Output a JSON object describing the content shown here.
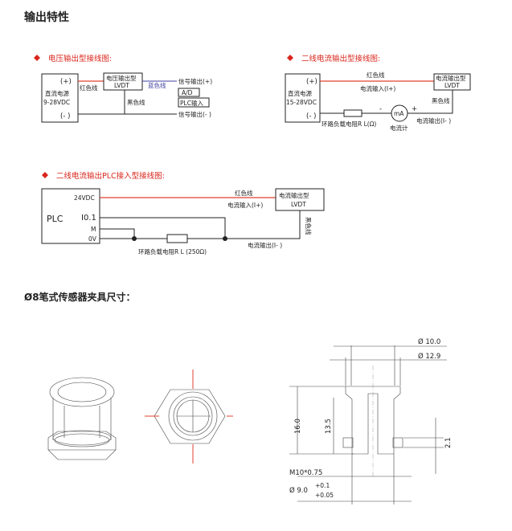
{
  "title": "输出特性",
  "voltage": {
    "heading": "电压输出型接线图:",
    "supply_plus": "(+)",
    "supply_name": "直流电源",
    "supply_range": "9-28VDC",
    "supply_minus": "(- )",
    "red_wire": "红色线",
    "lvdt_line1": "电压输出型",
    "lvdt_line2": "LVDT",
    "blue_wire": "蓝色线",
    "black_wire": "黑色线",
    "signal_plus": "信号输出(+)",
    "ad": "A/D",
    "plc_input": "PLC输入",
    "signal_minus": "信号输出(- )"
  },
  "current": {
    "heading": "二线电流输出型接线图:",
    "supply_plus": "(+)",
    "supply_name": "直流电源",
    "supply_range": "15-28VDC",
    "supply_minus": "(- )",
    "red_wire": "红色线",
    "current_in": "电流输入(I+)",
    "lvdt_line1": "电流输出型",
    "lvdt_line2": "LVDT",
    "black_wire": "黑色线",
    "meter": "mA",
    "meter_label": "电流计",
    "minus": "-",
    "plus": "+",
    "resistor": "环路负载电阻R L(Ω)",
    "current_out": "电流输出(I- )"
  },
  "plc": {
    "heading": "二线电流输出PLC接入型接线图:",
    "plc": "PLC",
    "v24": "24VDC",
    "iq": "I0.1",
    "m": "M",
    "v0": "0V",
    "red_wire": "红色线",
    "current_in": "电流输入(I+)",
    "lvdt_line1": "电流输出型",
    "lvdt_line2": "LVDT",
    "black_wire": "黑色线",
    "resistor": "环路负载电阻R L (250Ω)",
    "current_out": "电流输出(I- )"
  },
  "fixture": {
    "heading": "Ø8笔式传感器夹具尺寸：",
    "d1": "Ø 10.0",
    "d2": "Ø 12.9",
    "h1": "16.0",
    "h2": "13.5",
    "h3": "2.1",
    "thread": "M10*0.75",
    "d3": "Ø 9.0",
    "tol_plus": "+0.1",
    "tol_minus": "+0.05"
  }
}
